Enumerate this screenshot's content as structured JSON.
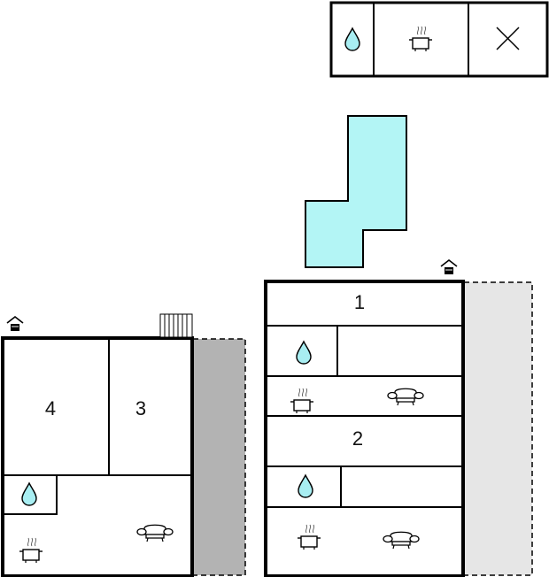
{
  "legend": {
    "items": [
      {
        "icon": "water-drop-icon"
      },
      {
        "icon": "cooking-pot-icon"
      },
      {
        "icon": "cross-icon"
      }
    ]
  },
  "rooms": {
    "room1": "1",
    "room2": "2",
    "room3": "3",
    "room4": "4"
  },
  "colors": {
    "pool": "#b3f5f5",
    "wall": "#000000",
    "terrace_dark": "#b3b3b3",
    "terrace_light": "#e6e6e6",
    "water": "#a8eef2"
  }
}
